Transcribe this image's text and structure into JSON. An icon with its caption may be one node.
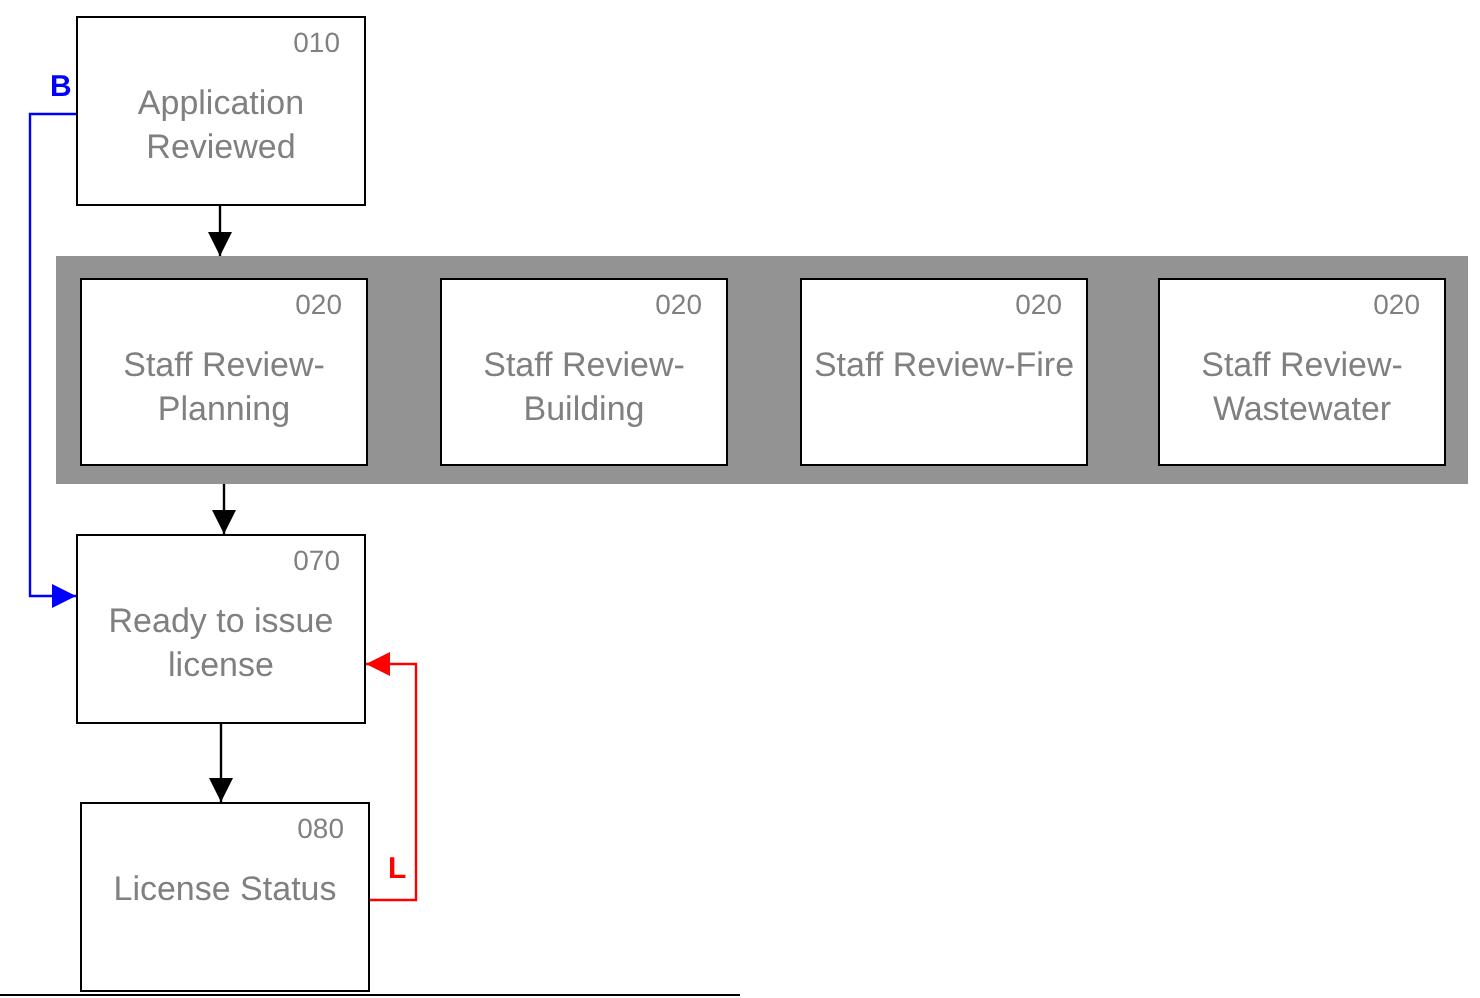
{
  "diagram": {
    "nodes": [
      {
        "text": [
          "010",
          "Application Reviewed"
        ]
      },
      {
        "text": [],
        "shape": "bar"
      },
      {
        "text": [
          "020",
          "Staff Review-Planning"
        ],
        "in": 1
      },
      {
        "text": [
          "020",
          "Staff Review-Building"
        ],
        "in": 1
      },
      {
        "text": [
          "020",
          "Staff Review-Fire"
        ],
        "in": 1
      },
      {
        "text": [
          "020",
          "Staff Review-Wastewater"
        ],
        "in": 1
      },
      {
        "text": [
          "070",
          "Ready to issue license"
        ]
      },
      {
        "text": [
          "080",
          "License Status"
        ]
      }
    ],
    "edges": [
      {
        "from": 0,
        "to": 1,
        "arrow": "to"
      },
      {
        "from": 2,
        "to": 6,
        "arrow": "to"
      },
      {
        "from": 0,
        "to": 6,
        "arrow": "to",
        "label": "B",
        "color": "#0000ff"
      },
      {
        "from": 6,
        "to": 7,
        "arrow": "to"
      },
      {
        "from": 7,
        "to": 6,
        "arrow": "to",
        "label": "L",
        "color": "#ff0000"
      }
    ]
  }
}
